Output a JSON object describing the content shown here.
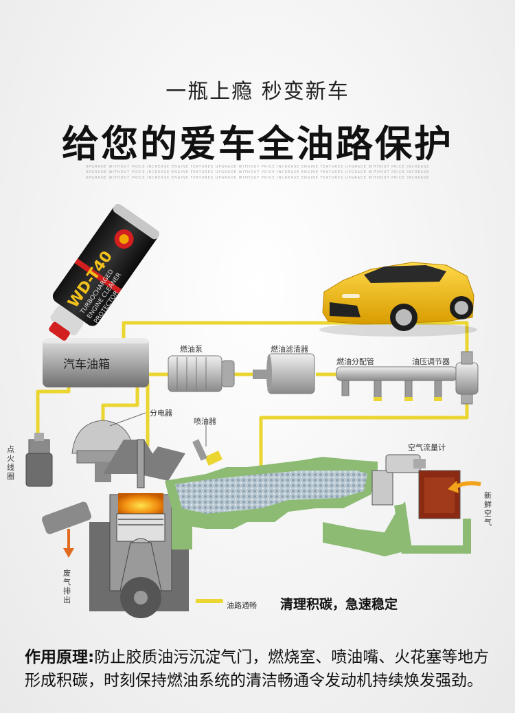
{
  "header": {
    "subtitle": "一瓶上瘾 秒变新车",
    "title": "给您的爱车全油路保护",
    "fineprint": "UPGRADE WITHOUT PRICE INCREASE ENGINE FEATURES UPGRADE WITHOUT PRICE INCREASE ENGINE FEATURES UPGRADE WITHOUT PRICE INCREASE"
  },
  "product": {
    "label_brand": "WD-T40",
    "label_lines": [
      "TURBOCHARGED",
      "ENGINE CLEANER",
      "PROTECTOR"
    ]
  },
  "components": {
    "tank": "汽车油箱",
    "pump": "燃油泵",
    "filter": "燃油滤清器",
    "rail": "燃油分配管",
    "regulator": "油压调节器",
    "distributor": "分电器",
    "injector": "喷油器",
    "ignition_coil": "点火线圈",
    "airflow_meter": "空气流量计",
    "fresh_air": "新鲜空气",
    "exhaust": "废气排出"
  },
  "legend": {
    "fuel_line": "油路通畅"
  },
  "tagline": "清理积碳，急速稳定",
  "description": {
    "lead": "作用原理:",
    "text": "防止胶质油污沉淀气门，燃烧室、喷油嘴、火花塞等地方形成积碳，时刻保持燃油系统的清洁畅通令发动机持续焕发强劲。"
  },
  "colors": {
    "fuel_line": "#ead531",
    "car": "#f2c21b",
    "pipe_green": "#8dbb73",
    "engine_gray": "#6d6d6d"
  }
}
